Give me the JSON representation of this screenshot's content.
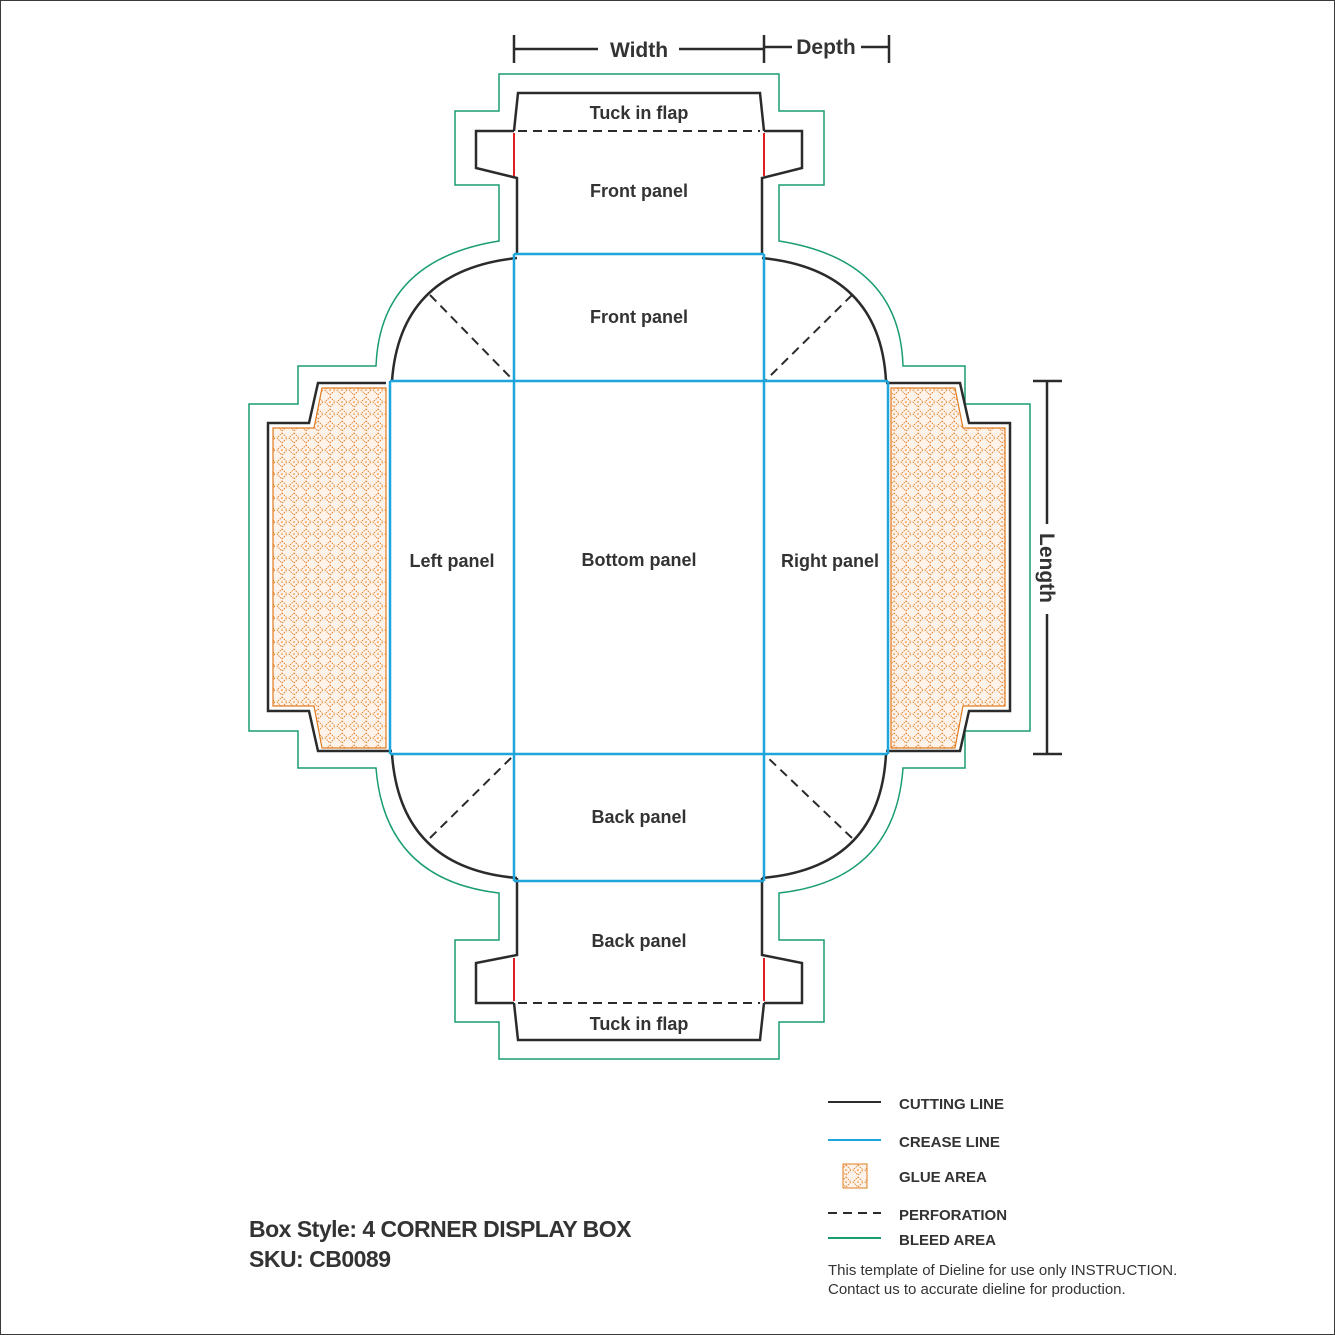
{
  "dimensions": {
    "width": "Width",
    "depth": "Depth",
    "length": "Length"
  },
  "panels": {
    "tuck_top": "Tuck in flap",
    "front_outer": "Front panel",
    "front_inner": "Front panel",
    "left": "Left panel",
    "bottom": "Bottom panel",
    "right": "Right panel",
    "back_inner": "Back panel",
    "back_outer": "Back panel",
    "tuck_bottom": "Tuck in flap"
  },
  "legend": {
    "cutting": "CUTTING LINE",
    "crease": "CREASE LINE",
    "glue": "GLUE AREA",
    "perforation": "PERFORATION",
    "bleed": "BLEED AREA"
  },
  "info": {
    "box_style": "Box Style: 4 CORNER DISPLAY BOX",
    "sku": "SKU: CB0089",
    "note_line1": "This template of Dieline for use only INSTRUCTION.",
    "note_line2": "Contact us to accurate dieline for production."
  },
  "colors": {
    "cutting": "#2b2b2b",
    "crease": "#1ea5dc",
    "bleed": "#1a9e6e",
    "glue": "#e07b1f",
    "tuck_edge": "#e02020"
  }
}
